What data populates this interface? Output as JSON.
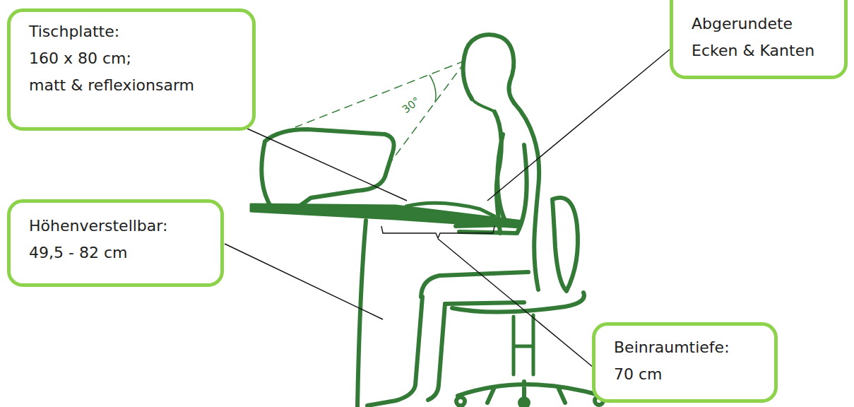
{
  "diagram": {
    "nodes": [
      {
        "text": [
          "Tischplatte:",
          "160 x 80 cm;",
          "matt & reflexionsarm"
        ]
      },
      {
        "text": [
          "Abgerundete Ecken & Kanten"
        ]
      },
      {
        "text": [
          "Höhenverstellbar:",
          "49,5 - 82 cm"
        ]
      },
      {
        "text": [
          "Beinraumtiefe:",
          "70 cm"
        ]
      }
    ],
    "labels": [
      "30°"
    ]
  }
}
